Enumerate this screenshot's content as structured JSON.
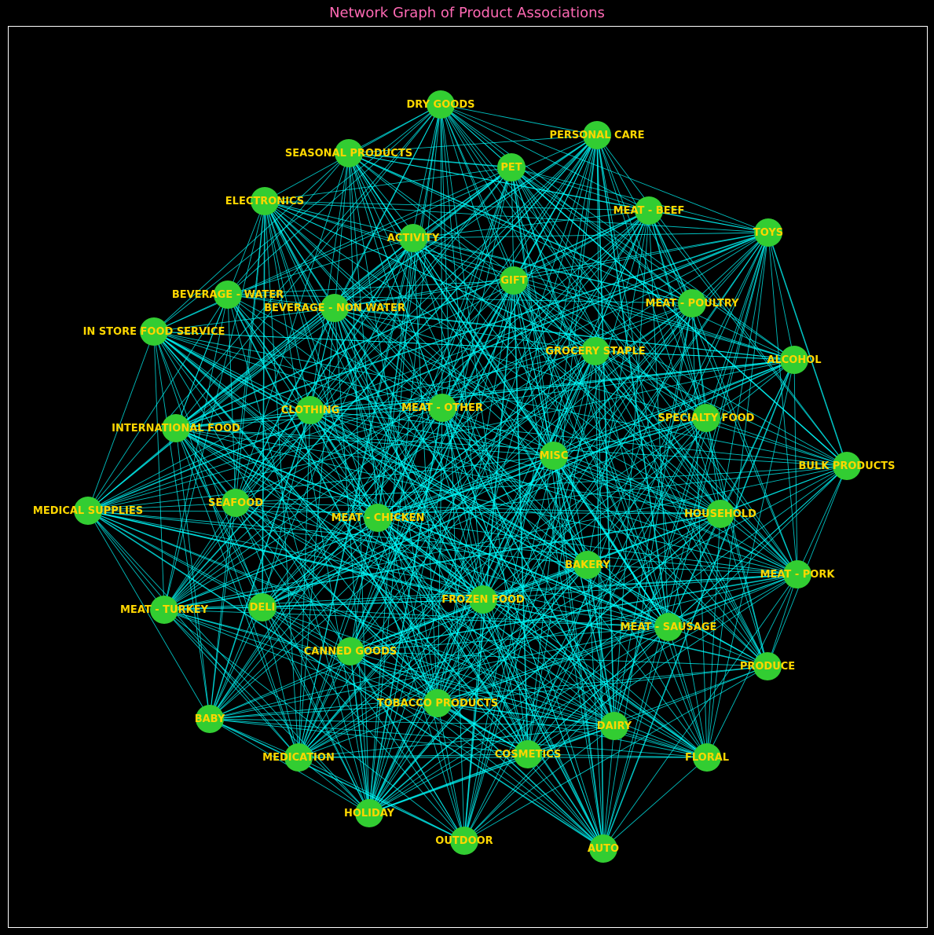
{
  "title": "Network Graph of Product Associations",
  "colors": {
    "background": "#000000",
    "title": "#ff69b4",
    "frame": "#ffffff",
    "edge": "#00ffff",
    "node": "#32cd32",
    "label": "#ffd700"
  },
  "nodes": [
    {
      "id": "DRY GOODS",
      "label": "DRY GOODS"
    },
    {
      "id": "PERSONAL CARE",
      "label": "PERSONAL CARE"
    },
    {
      "id": "SEASONAL PRODUCTS",
      "label": "SEASONAL PRODUCTS"
    },
    {
      "id": "PET",
      "label": "PET"
    },
    {
      "id": "ELECTRONICS",
      "label": "ELECTRONICS"
    },
    {
      "id": "MEAT - BEEF",
      "label": "MEAT - BEEF"
    },
    {
      "id": "TOYS",
      "label": "TOYS"
    },
    {
      "id": "ACTIVITY",
      "label": "ACTIVITY"
    },
    {
      "id": "GIFT",
      "label": "GIFT"
    },
    {
      "id": "BEVERAGE - WATER",
      "label": "BEVERAGE - WATER"
    },
    {
      "id": "BEVERAGE - NON WATER",
      "label": "BEVERAGE - NON WATER"
    },
    {
      "id": "MEAT - POULTRY",
      "label": "MEAT - POULTRY"
    },
    {
      "id": "IN STORE FOOD SERVICE",
      "label": "IN STORE FOOD SERVICE"
    },
    {
      "id": "GROCERY STAPLE",
      "label": "GROCERY STAPLE"
    },
    {
      "id": "ALCOHOL",
      "label": "ALCOHOL"
    },
    {
      "id": "CLOTHING",
      "label": "CLOTHING"
    },
    {
      "id": "MEAT - OTHER",
      "label": "MEAT - OTHER"
    },
    {
      "id": "SPECIALTY FOOD",
      "label": "SPECIALTY FOOD"
    },
    {
      "id": "INTERNATIONAL FOOD",
      "label": "INTERNATIONAL FOOD"
    },
    {
      "id": "MISC",
      "label": "MISC"
    },
    {
      "id": "BULK PRODUCTS",
      "label": "BULK PRODUCTS"
    },
    {
      "id": "SEAFOOD",
      "label": "SEAFOOD"
    },
    {
      "id": "MEDICAL SUPPLIES",
      "label": "MEDICAL SUPPLIES"
    },
    {
      "id": "MEAT - CHICKEN",
      "label": "MEAT - CHICKEN"
    },
    {
      "id": "HOUSEHOLD",
      "label": "HOUSEHOLD"
    },
    {
      "id": "BAKERY",
      "label": "BAKERY"
    },
    {
      "id": "MEAT - PORK",
      "label": "MEAT - PORK"
    },
    {
      "id": "FROZEN FOOD",
      "label": "FROZEN FOOD"
    },
    {
      "id": "DELI",
      "label": "DELI"
    },
    {
      "id": "MEAT - TURKEY",
      "label": "MEAT - TURKEY"
    },
    {
      "id": "MEAT - SAUSAGE",
      "label": "MEAT - SAUSAGE"
    },
    {
      "id": "CANNED GOODS",
      "label": "CANNED GOODS"
    },
    {
      "id": "PRODUCE",
      "label": "PRODUCE"
    },
    {
      "id": "TOBACCO PRODUCTS",
      "label": "TOBACCO PRODUCTS"
    },
    {
      "id": "BABY",
      "label": "BABY"
    },
    {
      "id": "DAIRY",
      "label": "DAIRY"
    },
    {
      "id": "MEDICATION",
      "label": "MEDICATION"
    },
    {
      "id": "COSMETICS",
      "label": "COSMETICS"
    },
    {
      "id": "FLORAL",
      "label": "FLORAL"
    },
    {
      "id": "HOLIDAY",
      "label": "HOLIDAY"
    },
    {
      "id": "OUTDOOR",
      "label": "OUTDOOR"
    },
    {
      "id": "AUTO",
      "label": "AUTO"
    }
  ]
}
